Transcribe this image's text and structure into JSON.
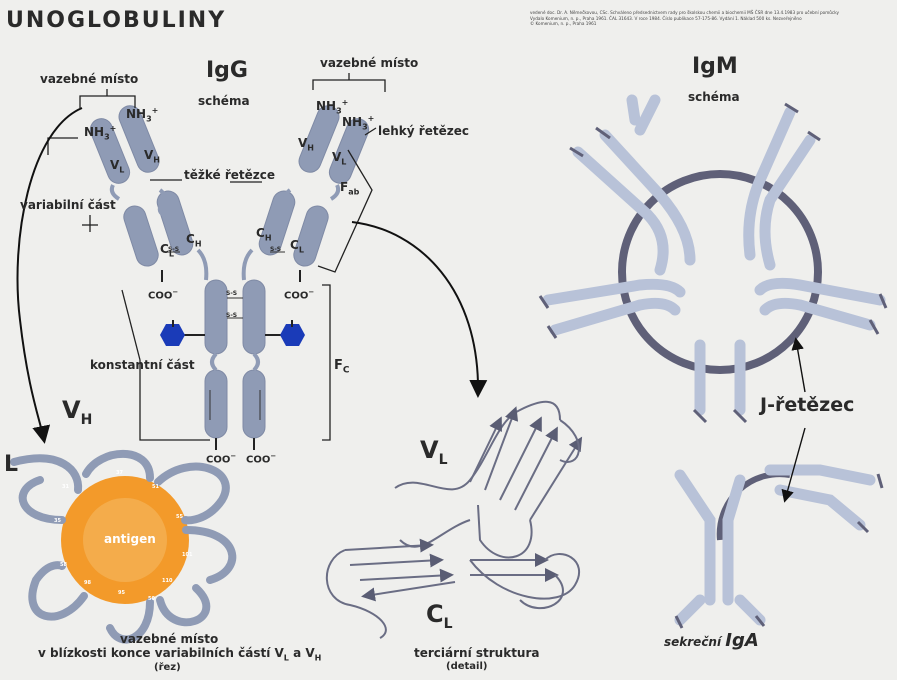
{
  "title": "UNOGLOBULINY",
  "header_text": [
    "vedené doc. Dr. A. Němečkovou, CSc. Schváleno předsednictvem rady pro školskou chemii a biochemii MŠ ČSR dne 13.4.1983 pro učební pomůcky",
    "Vydalo Komenium, n. p., Praha 1961. ČAL 31643. V roce 1984. Číslo publikace 57-175-86. Vydání 1. Náklad 500 ks. Nezveřejněno",
    "© Komenium, n. p., Praha 1961"
  ],
  "igg": {
    "title": "IgG",
    "subtitle": "schéma",
    "binding_site_left": "vazebné místo",
    "binding_site_right": "vazebné místo",
    "light_chain": "lehký řetězec",
    "heavy_chains": "těžké řetězce",
    "variable_part": "variabilní část",
    "constant_part": "konstantní část",
    "nh3": "NH",
    "nh3_sup": "+",
    "nh3_sub": "3",
    "vl": "V",
    "vl_sub": "L",
    "vh": "V",
    "vh_sub": "H",
    "cl": "C",
    "cl_sub": "L",
    "ch": "C",
    "ch_sub": "H",
    "fab": "F",
    "fab_sub": "ab",
    "fc": "F",
    "fc_sub": "C",
    "coo": "COO",
    "coo_sup": "−",
    "ss": "S-S",
    "s": "S"
  },
  "igm": {
    "title": "IgM",
    "subtitle": "schéma",
    "j_chain": "J-řetězec",
    "iga_prefix": "sekreční ",
    "iga": "IgA"
  },
  "binding_detail": {
    "vh_label": "V",
    "vh_sub": "H",
    "l_label": "L",
    "antigen": "antigen",
    "numbers": [
      "31",
      "35",
      "37",
      "51",
      "55",
      "58",
      "98",
      "95",
      "101",
      "110",
      "50"
    ],
    "caption1": "vazebné místo",
    "caption2": "v blízkosti konce variabilních částí V",
    "caption2_sub1": "L",
    "caption2_mid": " a V",
    "caption2_sub2": "H",
    "caption3": "(řez)"
  },
  "tertiary": {
    "vl_label": "V",
    "vl_sub": "L",
    "cl_label": "C",
    "cl_sub": "L",
    "caption1": "terciární struktura",
    "caption2": "(detail)"
  },
  "colors": {
    "background": "#efefed",
    "chain": "#8f9bb5",
    "chain_light": "#b8c2d8",
    "j_ring": "#5f6078",
    "antigen": "#f39a2a",
    "hexagon": "#1a3bb8",
    "ribbon": "#6a6d84",
    "text": "#2a2a2a"
  }
}
